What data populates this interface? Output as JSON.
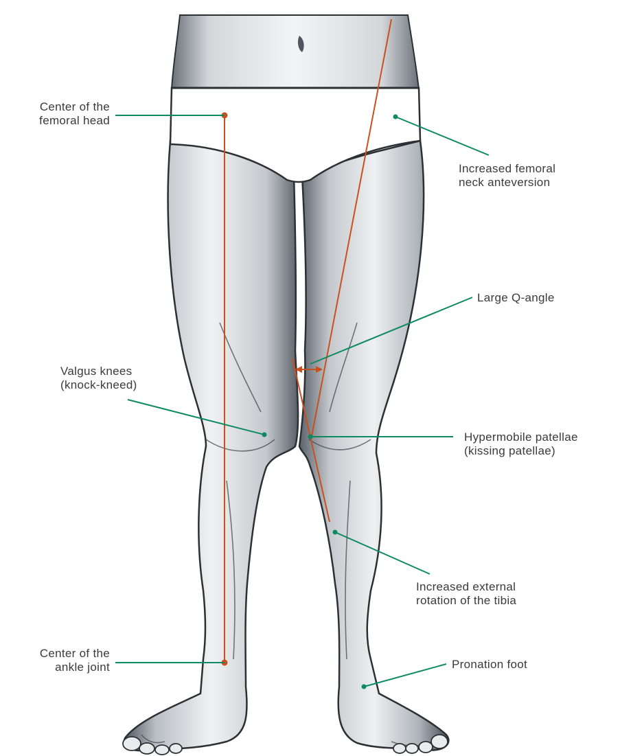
{
  "figure": {
    "colors": {
      "leader": "#0d8a5f",
      "axis": "#c8501e",
      "skin_light": "#f1f2f3",
      "skin_mid": "#b9bec4",
      "skin_dark": "#4f565d",
      "ink": "#2b3035"
    },
    "labels": {
      "femoral_head": "Center of the\nfemoral head",
      "anteversion": "Increased femoral\nneck anteversion",
      "q_angle": "Large Q-angle",
      "valgus": "Valgus knees\n(knock-kneed)",
      "patellae": "Hypermobile patellae\n(kissing patellae)",
      "tibia": "Increased external\nrotation of the tibia",
      "ankle": "Center of the\nankle joint",
      "pronation": "Pronation foot"
    }
  }
}
